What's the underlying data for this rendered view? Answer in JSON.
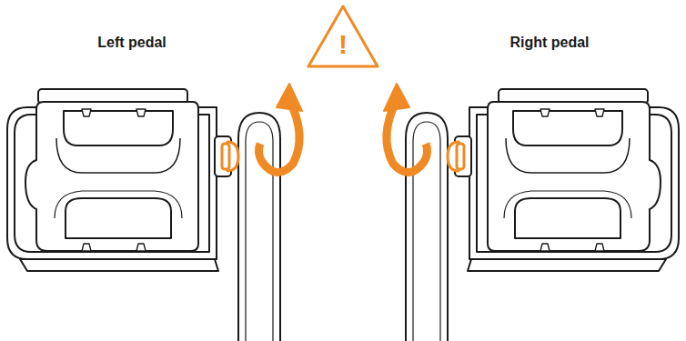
{
  "diagram": {
    "nodes": [
      {
        "text": [
          "!"
        ]
      }
    ],
    "labels": [
      "Left pedal",
      "Right pedal"
    ]
  }
}
